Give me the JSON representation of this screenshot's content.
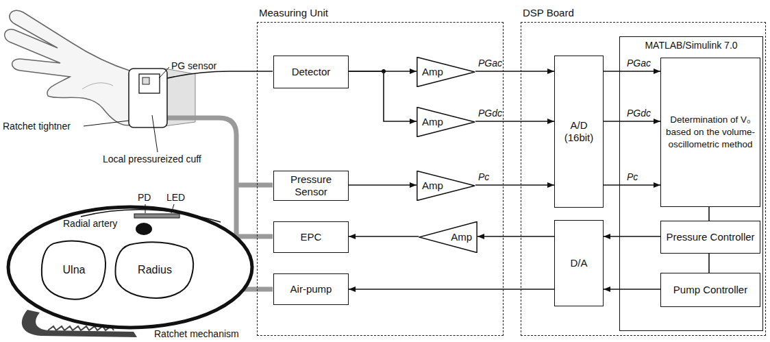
{
  "diagram": {
    "nodes": [
      {
        "text": [
          "Measuring Unit"
        ]
      },
      {
        "text": [
          "Detector"
        ],
        "in": 0
      },
      {
        "text": [
          "Amp"
        ],
        "in": 0
      },
      {
        "text": [
          "Amp"
        ],
        "in": 0
      },
      {
        "text": [
          "Pressure Sensor"
        ],
        "in": 0
      },
      {
        "text": [
          "Amp"
        ],
        "in": 0
      },
      {
        "text": [
          "EPC"
        ],
        "in": 0
      },
      {
        "text": [
          "Amp"
        ],
        "in": 0
      },
      {
        "text": [
          "Air-pump"
        ],
        "in": 0
      },
      {
        "text": [
          "DSP Board"
        ]
      },
      {
        "text": [
          "A/D (16bit)"
        ],
        "in": 9
      },
      {
        "text": [
          "D/A"
        ],
        "in": 9
      },
      {
        "text": [
          "MATLAB/Simulink 7.0"
        ],
        "in": 9
      },
      {
        "text": [
          "Determination of V₀ based on the volume-oscillometric method"
        ],
        "in": 12
      },
      {
        "text": [
          "Pressure Controller"
        ],
        "in": 12
      },
      {
        "text": [
          "Pump Controller"
        ],
        "in": 12
      },
      {
        "text": [
          "Ulna"
        ]
      },
      {
        "text": [
          "Radius"
        ]
      }
    ],
    "edges": [
      {
        "from": 1,
        "to": 2,
        "arrow": "to"
      },
      {
        "from": 1,
        "to": 3,
        "arrow": "to"
      },
      {
        "from": 2,
        "to": 10,
        "arrow": "to",
        "label": "PGac"
      },
      {
        "from": 3,
        "to": 10,
        "arrow": "to",
        "label": "PGdc"
      },
      {
        "from": 4,
        "to": 5,
        "arrow": "to"
      },
      {
        "from": 5,
        "to": 10,
        "arrow": "to",
        "label": "Pc"
      },
      {
        "from": 10,
        "to": 13,
        "arrow": "to",
        "label": "PGac"
      },
      {
        "from": 10,
        "to": 13,
        "arrow": "to",
        "label": "PGdc"
      },
      {
        "from": 10,
        "to": 13,
        "arrow": "to",
        "label": "Pc"
      },
      {
        "from": 13,
        "to": 14,
        "arrow": "none"
      },
      {
        "from": 14,
        "to": 15,
        "arrow": "none"
      },
      {
        "from": 14,
        "to": 11,
        "arrow": "to"
      },
      {
        "from": 11,
        "to": 7,
        "arrow": "to"
      },
      {
        "from": 7,
        "to": 6,
        "arrow": "to"
      },
      {
        "from": 15,
        "to": 11,
        "arrow": "to"
      },
      {
        "from": 11,
        "to": 8,
        "arrow": "to"
      }
    ],
    "labels": [
      "PG sensor",
      "Ratchet tightner",
      "Local pressureized cuff",
      "PD",
      "LED",
      "Radial artery",
      "Ratchet mechanism"
    ]
  }
}
